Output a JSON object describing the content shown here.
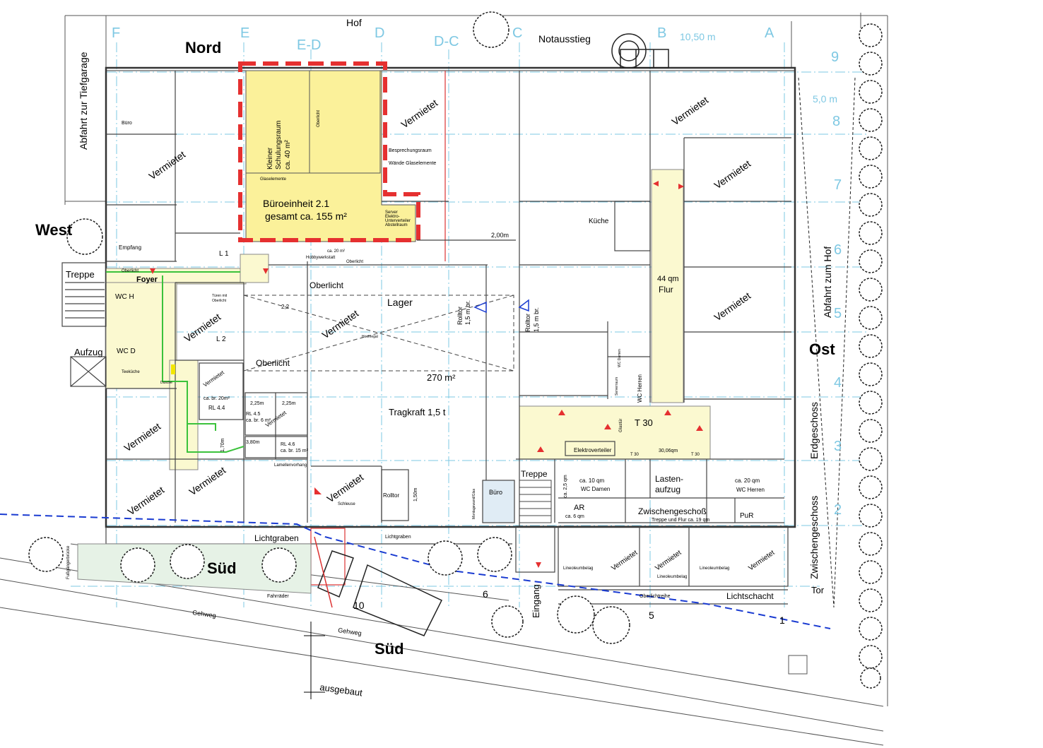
{
  "compass": {
    "north": "Nord",
    "south": "Süd",
    "south_street": "Süd",
    "west": "West",
    "east": "Ost"
  },
  "grid_columns": [
    "F",
    "E",
    "E-D",
    "D",
    "D-C",
    "C",
    "B",
    "A"
  ],
  "grid_rows": [
    "9",
    "8",
    "7",
    "6",
    "5",
    "4",
    "3",
    "2"
  ],
  "dimensions": {
    "width_a_b": "10,50 m",
    "height_8_9": "5,0 m"
  },
  "outside": {
    "hof": "Hof",
    "notausstieg": "Notausstieg",
    "tiefgarage": "Abfahrt zur Tiefgarage",
    "abfahrt_hof": "Abfahrt zum Hof",
    "tor": "Tor",
    "gehweg_1": "Gehweg",
    "gehweg_2": "Gehweg",
    "ausgebaut": "ausgebaut",
    "lichtgraben": "Lichtgraben",
    "lichtschacht": "Lichtschacht",
    "eingang": "Eingang",
    "erdgeschoss": "Erdgeschoss",
    "zwischengeschoss": "Zwischengeschoss",
    "fussgaengerbruecke": "Fußgängerbrücke",
    "fahrraeder": "Fahrräder",
    "lichtgraben_2": "Lichtgraben",
    "oberlichtreihe": "Oberlichtreihe"
  },
  "numbers": {
    "n10": "10",
    "n6": "6",
    "n5": "5",
    "n1": "1"
  },
  "highlight": {
    "kleiner": "Kleiner",
    "schulungsraum": "Schulungsraum",
    "flaeche": "ca. 40 m²",
    "title": "Büroeinheit  2.1",
    "total": "gesamt ca. 155 m²",
    "glaselemente": "Glaselemente",
    "oberlicht": "Oberlicht",
    "server": "Server",
    "elektro": "Elektro-",
    "unterverteiler": "Unterverteiler",
    "abstellraum": "Abstellraum"
  },
  "rooms": {
    "vermietet": "Vermietet",
    "buero": "Büro",
    "empfang": "Empfang",
    "treppe": "Treppe",
    "foyer": "Foyer",
    "oberlicht": "Oberlicht",
    "wc_h": "WC H",
    "wc_d": "WC D",
    "teekueche": "Teeküche",
    "dusche": "Dusche",
    "aufzug": "Aufzug",
    "l1": "L 1",
    "l2": "L 2",
    "tueren": "Türen mit",
    "oberlicht_2": "Oberlicht",
    "besprechung": "Besprechungsraum",
    "waende": "Wände Glaselemente",
    "hobby": "Hobbywerkstatt",
    "ca20": "ca. 20 m²",
    "lager": "Lager",
    "flaeche_270": "270 m²",
    "tragkraft": "Tragkraft  1,5 t",
    "rolltor_1": "Rolltor",
    "rolltor_1b": "1,5 m br.",
    "rolltor_2": "Rolltor",
    "rolltor_2b": "1,5 m br.",
    "rolltor_3": "Rolltor",
    "hochregal": "Hochregal",
    "rl44": "RL 4.4",
    "rl44_flaeche": "ca. br. 20m²",
    "rl45": "RL 4.5",
    "rl45_flaeche": "ca. br. 6 m²",
    "rl46": "RL 4.6",
    "rl46_flaeche": "ca. br. 15 m²",
    "lamellen": "Lamellenvorhang",
    "dim_225a": "2,25m",
    "dim_225b": "2,25m",
    "dim_380": "3,80m",
    "dim_170": "1,70m",
    "dim_150": "1,50m",
    "dim_200": "2,00m",
    "dim_22": "2,2",
    "schleuse": "Schleuse",
    "montage": "Montagewand/Glas",
    "kueche": "Küche",
    "flur_area": "44 qm",
    "flur": "Flur",
    "t30": "T 30",
    "t30_small_1": "T 30",
    "t30_small_2": "T 30",
    "glastuer": "Glastür",
    "flaeche_3006": "30,06qm",
    "elektroverteiler": "Elektroverteiler",
    "treppe_2": "Treppe",
    "wc_damen_area": "ca. 10 qm",
    "wc_damen": "WC Damen",
    "wc_damen_small": "WC Damen",
    "wc_herren_small": "WC Herren",
    "serverraum": "Serverraum",
    "ar": "AR",
    "ar_area": "ca. 6 qm",
    "ca25": "ca. 2,5 qm",
    "lasten_1": "Lasten-",
    "lasten_2": "aufzug",
    "wc_herren_area": "ca. 20 qm",
    "wc_herren": "WC Herren",
    "zwischen": "Zwischengeschoß",
    "zwischen_sub": "Treppe und Flur ca. 19 qm",
    "pur": "PuR",
    "lino": "Lineoleumbelag"
  }
}
